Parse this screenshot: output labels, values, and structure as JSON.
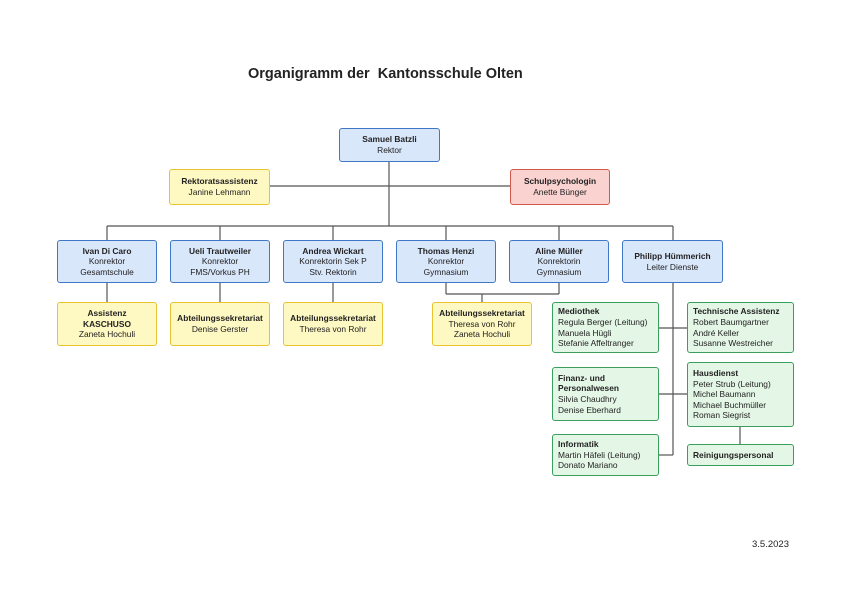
{
  "title": "Organigramm der  Kantonsschule Olten",
  "date": "3.5.2023",
  "rektor": {
    "name": "Samuel Batzli",
    "role": "Rektor"
  },
  "rektoratsassistenz": {
    "title": "Rektoratsassistenz",
    "name": "Janine Lehmann"
  },
  "schulpsychologin": {
    "title": "Schulpsychologin",
    "name": "Anette Bünger"
  },
  "konrektoren": [
    {
      "name": "Ivan Di Caro",
      "line1": "Konrektor",
      "line2": "Gesamtschule"
    },
    {
      "name": "Ueli Trautweiler",
      "line1": "Konrektor",
      "line2": "FMS/Vorkus PH"
    },
    {
      "name": "Andrea Wickart",
      "line1": "Konrektorin Sek P",
      "line2": "Stv. Rektorin"
    },
    {
      "name": "Thomas Henzi",
      "line1": "Konrektor",
      "line2": "Gymnasium"
    },
    {
      "name": "Aline Müller",
      "line1": "Konrektorin",
      "line2": "Gymnasium"
    },
    {
      "name": "Philipp Hümmerich",
      "line1": "Leiter Dienste"
    }
  ],
  "sekretariate": [
    {
      "title1": "Assistenz",
      "title2": "KASCHUSO",
      "name": "Zaneta Hochuli"
    },
    {
      "title": "Abteilungssekretariat",
      "name": "Denise Gerster"
    },
    {
      "title": "Abteilungssekretariat",
      "name": "Theresa von Rohr"
    },
    {
      "title": "Abteilungssekretariat",
      "names": [
        "Theresa von Rohr",
        "Zaneta Hochuli"
      ]
    }
  ],
  "dienste": {
    "mediothek": {
      "title": "Mediothek",
      "names": [
        "Regula Berger (Leitung)",
        "Manuela Hügli",
        "Stefanie Affeltranger"
      ]
    },
    "finanz": {
      "title1": "Finanz- und",
      "title2": "Personalwesen",
      "names": [
        "Silvia Chaudhry",
        "Denise Eberhard"
      ]
    },
    "informatik": {
      "title": "Informatik",
      "names": [
        "Martin Häfeli (Leitung)",
        "Donato Mariano"
      ]
    },
    "technik": {
      "title": "Technische Assistenz",
      "names": [
        "Robert Baumgartner",
        "André Keller",
        "Susanne Westreicher"
      ]
    },
    "hausdienst": {
      "title": "Hausdienst",
      "names": [
        "Peter Strub (Leitung)",
        "Michel Baumann",
        "Michael  Buchmüller",
        "Roman Siegrist"
      ]
    },
    "reinigung": {
      "title": "Reinigungspersonal"
    }
  }
}
